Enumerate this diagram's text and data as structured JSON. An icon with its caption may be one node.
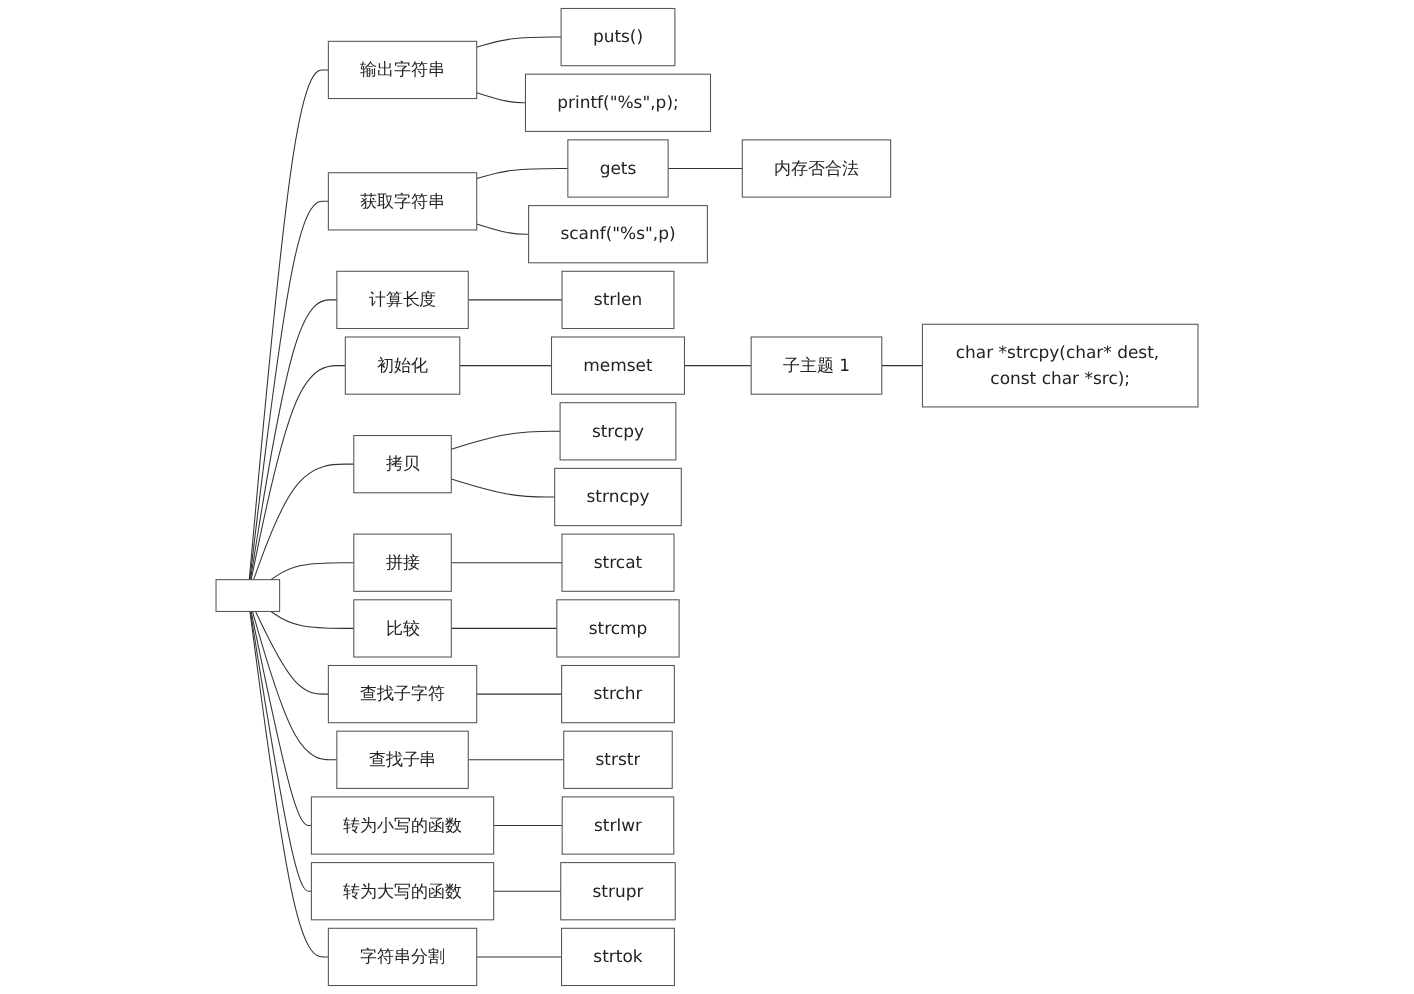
{
  "diagram": {
    "nodes": [
      {
        "text": [],
        "shape": "box"
      },
      {
        "text": [
          "输出字符串"
        ]
      },
      {
        "text": [
          "puts()"
        ]
      },
      {
        "text": [
          "printf(\"%s\",p);"
        ]
      },
      {
        "text": [
          "获取字符串"
        ]
      },
      {
        "text": [
          "gets"
        ]
      },
      {
        "text": [
          "内存否合法"
        ]
      },
      {
        "text": [
          "scanf(\"%s\",p)"
        ]
      },
      {
        "text": [
          "计算长度"
        ]
      },
      {
        "text": [
          "strlen"
        ]
      },
      {
        "text": [
          "初始化"
        ]
      },
      {
        "text": [
          "memset"
        ]
      },
      {
        "text": [
          "子主题 1"
        ]
      },
      {
        "text": [
          "char *strcpy(char* dest, const char *src);"
        ]
      },
      {
        "text": [
          "拷贝"
        ]
      },
      {
        "text": [
          "strcpy"
        ]
      },
      {
        "text": [
          "strncpy"
        ]
      },
      {
        "text": [
          "拼接"
        ]
      },
      {
        "text": [
          "strcat"
        ]
      },
      {
        "text": [
          "比较"
        ]
      },
      {
        "text": [
          "strcmp"
        ]
      },
      {
        "text": [
          "查找子字符"
        ]
      },
      {
        "text": [
          "strchr"
        ]
      },
      {
        "text": [
          "查找子串"
        ]
      },
      {
        "text": [
          "strstr"
        ]
      },
      {
        "text": [
          "转为小写的函数"
        ]
      },
      {
        "text": [
          "strlwr"
        ]
      },
      {
        "text": [
          "转为大写的函数"
        ]
      },
      {
        "text": [
          "strupr"
        ]
      },
      {
        "text": [
          "字符串分割"
        ]
      },
      {
        "text": [
          "strtok"
        ]
      }
    ],
    "edges": [
      {
        "from": 0,
        "to": 1,
        "arrow": "none"
      },
      {
        "from": 1,
        "to": 2,
        "arrow": "none"
      },
      {
        "from": 1,
        "to": 3,
        "arrow": "none"
      },
      {
        "from": 0,
        "to": 4,
        "arrow": "none"
      },
      {
        "from": 4,
        "to": 5,
        "arrow": "none"
      },
      {
        "from": 5,
        "to": 6,
        "arrow": "none"
      },
      {
        "from": 4,
        "to": 7,
        "arrow": "none"
      },
      {
        "from": 0,
        "to": 8,
        "arrow": "none"
      },
      {
        "from": 8,
        "to": 9,
        "arrow": "none"
      },
      {
        "from": 0,
        "to": 10,
        "arrow": "none"
      },
      {
        "from": 10,
        "to": 11,
        "arrow": "none"
      },
      {
        "from": 11,
        "to": 12,
        "arrow": "none"
      },
      {
        "from": 12,
        "to": 13,
        "arrow": "none"
      },
      {
        "from": 0,
        "to": 14,
        "arrow": "none"
      },
      {
        "from": 14,
        "to": 15,
        "arrow": "none"
      },
      {
        "from": 14,
        "to": 16,
        "arrow": "none"
      },
      {
        "from": 0,
        "to": 17,
        "arrow": "none"
      },
      {
        "from": 17,
        "to": 18,
        "arrow": "none"
      },
      {
        "from": 0,
        "to": 19,
        "arrow": "none"
      },
      {
        "from": 19,
        "to": 20,
        "arrow": "none"
      },
      {
        "from": 0,
        "to": 21,
        "arrow": "none"
      },
      {
        "from": 21,
        "to": 22,
        "arrow": "none"
      },
      {
        "from": 0,
        "to": 23,
        "arrow": "none"
      },
      {
        "from": 23,
        "to": 24,
        "arrow": "none"
      },
      {
        "from": 0,
        "to": 25,
        "arrow": "none"
      },
      {
        "from": 25,
        "to": 26,
        "arrow": "none"
      },
      {
        "from": 0,
        "to": 27,
        "arrow": "none"
      },
      {
        "from": 27,
        "to": 28,
        "arrow": "none"
      },
      {
        "from": 0,
        "to": 29,
        "arrow": "none"
      },
      {
        "from": 29,
        "to": 30,
        "arrow": "none"
      }
    ]
  }
}
